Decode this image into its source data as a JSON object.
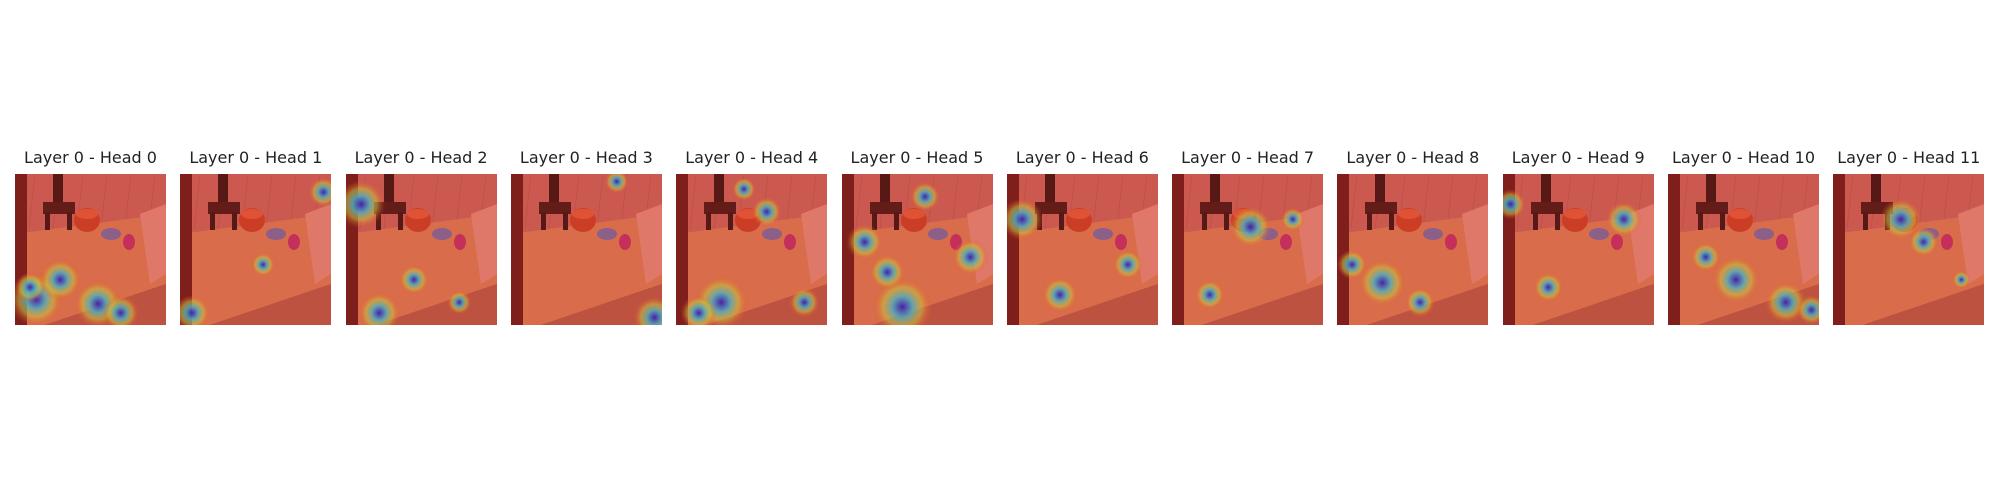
{
  "panels": [
    {
      "title": "Layer 0 - Head 0",
      "hotspots": [
        [
          0.14,
          0.83,
          0.18
        ],
        [
          0.3,
          0.7,
          0.14
        ],
        [
          0.55,
          0.86,
          0.16
        ],
        [
          0.7,
          0.92,
          0.12
        ],
        [
          0.1,
          0.75,
          0.1
        ]
      ]
    },
    {
      "title": "Layer 0 - Head 1",
      "hotspots": [
        [
          0.08,
          0.92,
          0.12
        ],
        [
          0.95,
          0.12,
          0.1
        ],
        [
          0.55,
          0.6,
          0.08
        ]
      ]
    },
    {
      "title": "Layer 0 - Head 2",
      "hotspots": [
        [
          0.1,
          0.2,
          0.16
        ],
        [
          0.22,
          0.92,
          0.14
        ],
        [
          0.45,
          0.7,
          0.1
        ],
        [
          0.75,
          0.85,
          0.08
        ]
      ]
    },
    {
      "title": "Layer 0 - Head 3",
      "hotspots": [
        [
          0.95,
          0.95,
          0.14
        ],
        [
          0.7,
          0.05,
          0.08
        ]
      ]
    },
    {
      "title": "Layer 0 - Head 4",
      "hotspots": [
        [
          0.3,
          0.85,
          0.18
        ],
        [
          0.15,
          0.92,
          0.12
        ],
        [
          0.6,
          0.25,
          0.1
        ],
        [
          0.85,
          0.85,
          0.1
        ],
        [
          0.45,
          0.1,
          0.08
        ]
      ]
    },
    {
      "title": "Layer 0 - Head 5",
      "hotspots": [
        [
          0.4,
          0.88,
          0.2
        ],
        [
          0.15,
          0.45,
          0.12
        ],
        [
          0.55,
          0.15,
          0.1
        ],
        [
          0.85,
          0.55,
          0.12
        ],
        [
          0.3,
          0.65,
          0.12
        ]
      ]
    },
    {
      "title": "Layer 0 - Head 6",
      "hotspots": [
        [
          0.1,
          0.3,
          0.14
        ],
        [
          0.35,
          0.8,
          0.12
        ],
        [
          0.8,
          0.6,
          0.1
        ]
      ]
    },
    {
      "title": "Layer 0 - Head 7",
      "hotspots": [
        [
          0.52,
          0.35,
          0.14
        ],
        [
          0.25,
          0.8,
          0.1
        ],
        [
          0.8,
          0.3,
          0.08
        ]
      ]
    },
    {
      "title": "Layer 0 - Head 8",
      "hotspots": [
        [
          0.3,
          0.72,
          0.16
        ],
        [
          0.1,
          0.6,
          0.1
        ],
        [
          0.55,
          0.85,
          0.1
        ]
      ]
    },
    {
      "title": "Layer 0 - Head 9",
      "hotspots": [
        [
          0.8,
          0.3,
          0.12
        ],
        [
          0.05,
          0.2,
          0.1
        ],
        [
          0.3,
          0.75,
          0.1
        ]
      ]
    },
    {
      "title": "Layer 0 - Head 10",
      "hotspots": [
        [
          0.45,
          0.7,
          0.16
        ],
        [
          0.78,
          0.85,
          0.14
        ],
        [
          0.25,
          0.55,
          0.1
        ],
        [
          0.95,
          0.9,
          0.1
        ]
      ]
    },
    {
      "title": "Layer 0 - Head 11",
      "hotspots": [
        [
          0.45,
          0.3,
          0.14
        ],
        [
          0.6,
          0.45,
          0.1
        ],
        [
          0.85,
          0.7,
          0.06
        ]
      ]
    }
  ]
}
